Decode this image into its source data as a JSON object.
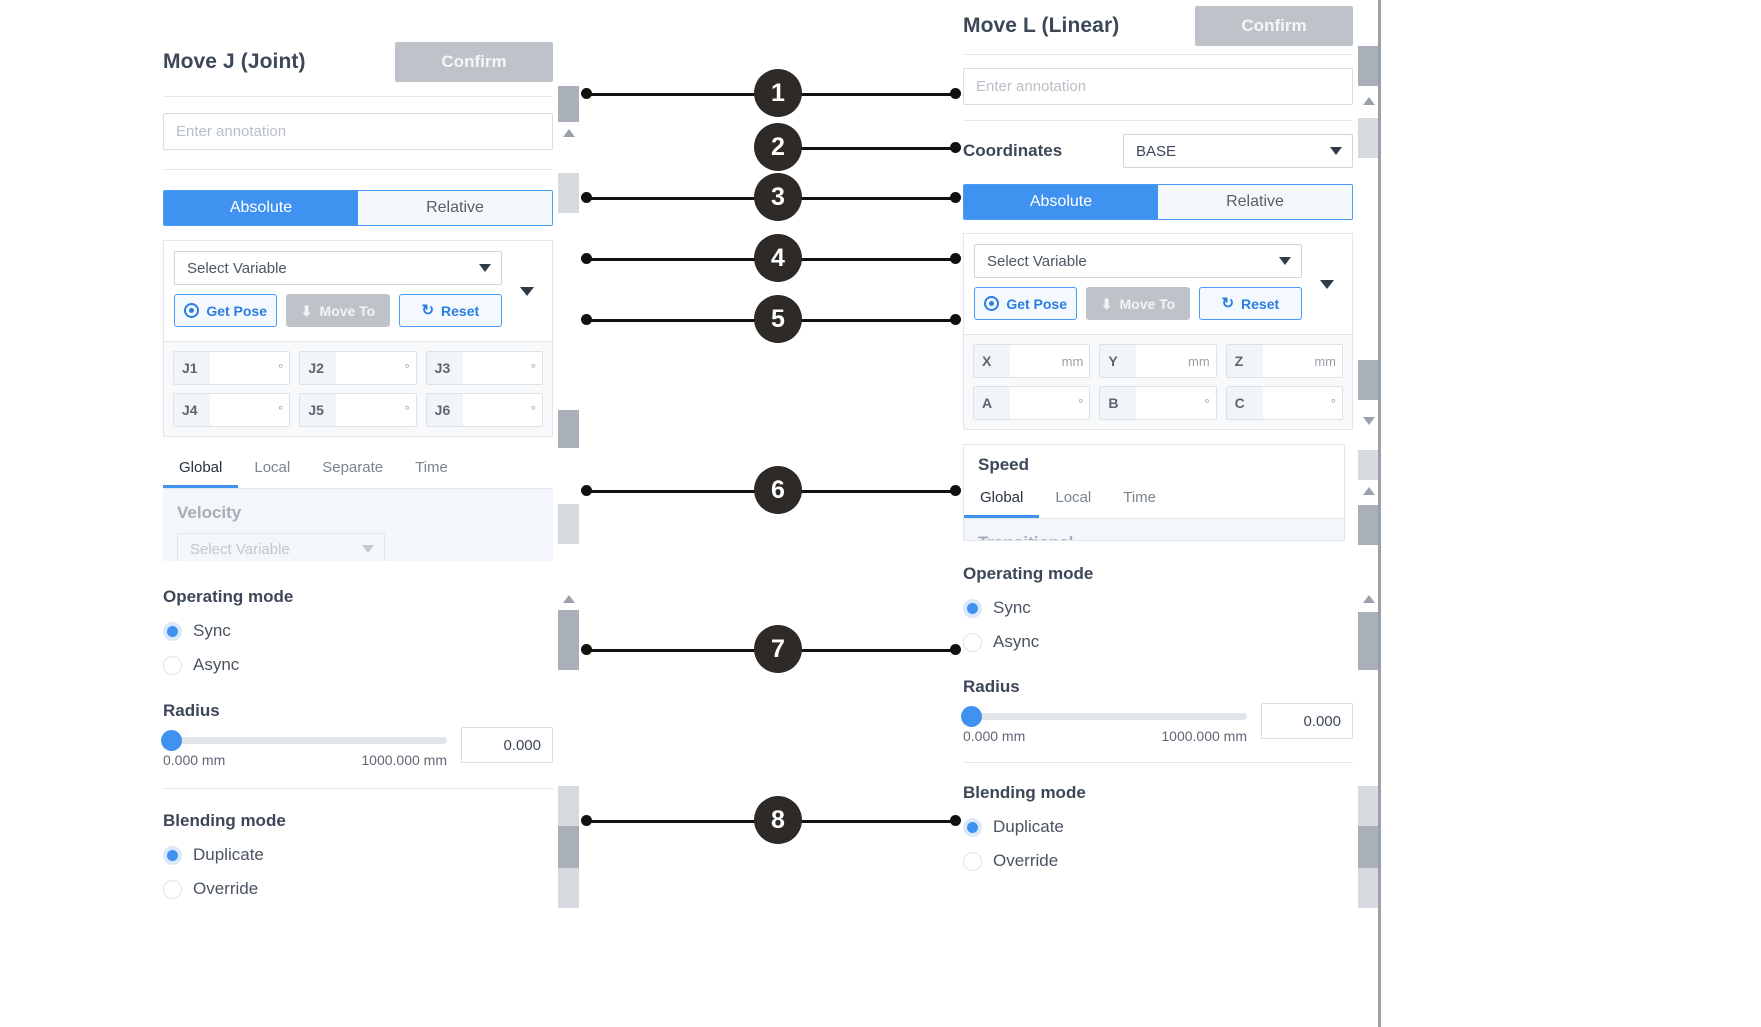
{
  "left_panel": {
    "title": "Move J (Joint)",
    "confirm_label": "Confirm",
    "annotation_placeholder": "Enter annotation",
    "mode_toggle": {
      "absolute": "Absolute",
      "relative": "Relative",
      "selected": "Absolute"
    },
    "variable_select": "Select Variable",
    "actions": {
      "get_pose": "Get Pose",
      "move_to": "Move To",
      "reset": "Reset"
    },
    "joint_fields": [
      {
        "tag": "J1",
        "value": "",
        "unit": "°"
      },
      {
        "tag": "J2",
        "value": "",
        "unit": "°"
      },
      {
        "tag": "J3",
        "value": "",
        "unit": "°"
      },
      {
        "tag": "J4",
        "value": "",
        "unit": "°"
      },
      {
        "tag": "J5",
        "value": "",
        "unit": "°"
      },
      {
        "tag": "J6",
        "value": "",
        "unit": "°"
      }
    ],
    "speed_tabs": [
      "Global",
      "Local",
      "Separate",
      "Time"
    ],
    "speed_tab_selected": "Global",
    "velocity_label": "Velocity",
    "velocity_select": "Select Variable",
    "operating_mode": {
      "label": "Operating mode",
      "options": [
        "Sync",
        "Async"
      ],
      "selected": "Sync"
    },
    "radius": {
      "label": "Radius",
      "min_label": "0.000 mm",
      "max_label": "1000.000 mm",
      "value": "0.000"
    },
    "blending_mode": {
      "label": "Blending mode",
      "options": [
        "Duplicate",
        "Override"
      ],
      "selected": "Duplicate"
    }
  },
  "right_panel": {
    "title": "Move L (Linear)",
    "confirm_label": "Confirm",
    "annotation_placeholder": "Enter annotation",
    "coordinates": {
      "label": "Coordinates",
      "value": "BASE"
    },
    "mode_toggle": {
      "absolute": "Absolute",
      "relative": "Relative",
      "selected": "Absolute"
    },
    "variable_select": "Select Variable",
    "actions": {
      "get_pose": "Get Pose",
      "move_to": "Move To",
      "reset": "Reset"
    },
    "pose_fields": [
      {
        "tag": "X",
        "value": "",
        "unit": "mm"
      },
      {
        "tag": "Y",
        "value": "",
        "unit": "mm"
      },
      {
        "tag": "Z",
        "value": "",
        "unit": "mm"
      },
      {
        "tag": "A",
        "value": "",
        "unit": "°"
      },
      {
        "tag": "B",
        "value": "",
        "unit": "°"
      },
      {
        "tag": "C",
        "value": "",
        "unit": "°"
      }
    ],
    "speed_title": "Speed",
    "speed_tabs": [
      "Global",
      "Local",
      "Time"
    ],
    "speed_tab_selected": "Global",
    "transitional_label": "Transitional",
    "operating_mode": {
      "label": "Operating mode",
      "options": [
        "Sync",
        "Async"
      ],
      "selected": "Sync"
    },
    "radius": {
      "label": "Radius",
      "min_label": "0.000 mm",
      "max_label": "1000.000 mm",
      "value": "0.000"
    },
    "blending_mode": {
      "label": "Blending mode",
      "options": [
        "Duplicate",
        "Override"
      ],
      "selected": "Duplicate"
    }
  },
  "callouts": [
    {
      "number": "1"
    },
    {
      "number": "2"
    },
    {
      "number": "3"
    },
    {
      "number": "4"
    },
    {
      "number": "5"
    },
    {
      "number": "6"
    },
    {
      "number": "7"
    },
    {
      "number": "8"
    }
  ],
  "colors": {
    "accent_blue": "#3f92f0",
    "confirm_gray": "#bdc3c9",
    "text_dark": "#3c4858",
    "callout_dark": "#2e2a27"
  }
}
